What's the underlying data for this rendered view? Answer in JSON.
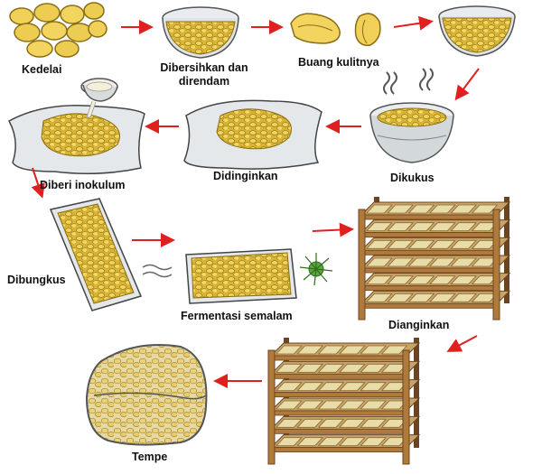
{
  "steps": [
    {
      "id": "kedelai",
      "label": "Kedelai"
    },
    {
      "id": "dibersihkan",
      "label_line1": "Dibersihkan dan",
      "label_line2": "direndam"
    },
    {
      "id": "buang_kulit",
      "label": "Buang kulitnya"
    },
    {
      "id": "dikukus",
      "label": "Dikukus"
    },
    {
      "id": "didinginkan",
      "label": "Didinginkan"
    },
    {
      "id": "inokulum",
      "label": "Diberi inokulum"
    },
    {
      "id": "dibungkus",
      "label": "Dibungkus"
    },
    {
      "id": "fermentasi",
      "label": "Fermentasi semalam"
    },
    {
      "id": "dianginkan",
      "label": "Dianginkan"
    },
    {
      "id": "tempe",
      "label": "Tempe"
    }
  ],
  "colors": {
    "soy": "#e7c64a",
    "soy_dark": "#a8891c",
    "arrow": "#e0201e",
    "wood": "#b07a3c",
    "wood_dark": "#6b4520",
    "cloth": "#dfe4e6",
    "bowl": "#d3d8da",
    "tray": "#c9a46a",
    "mold": "#4a9b2f"
  }
}
